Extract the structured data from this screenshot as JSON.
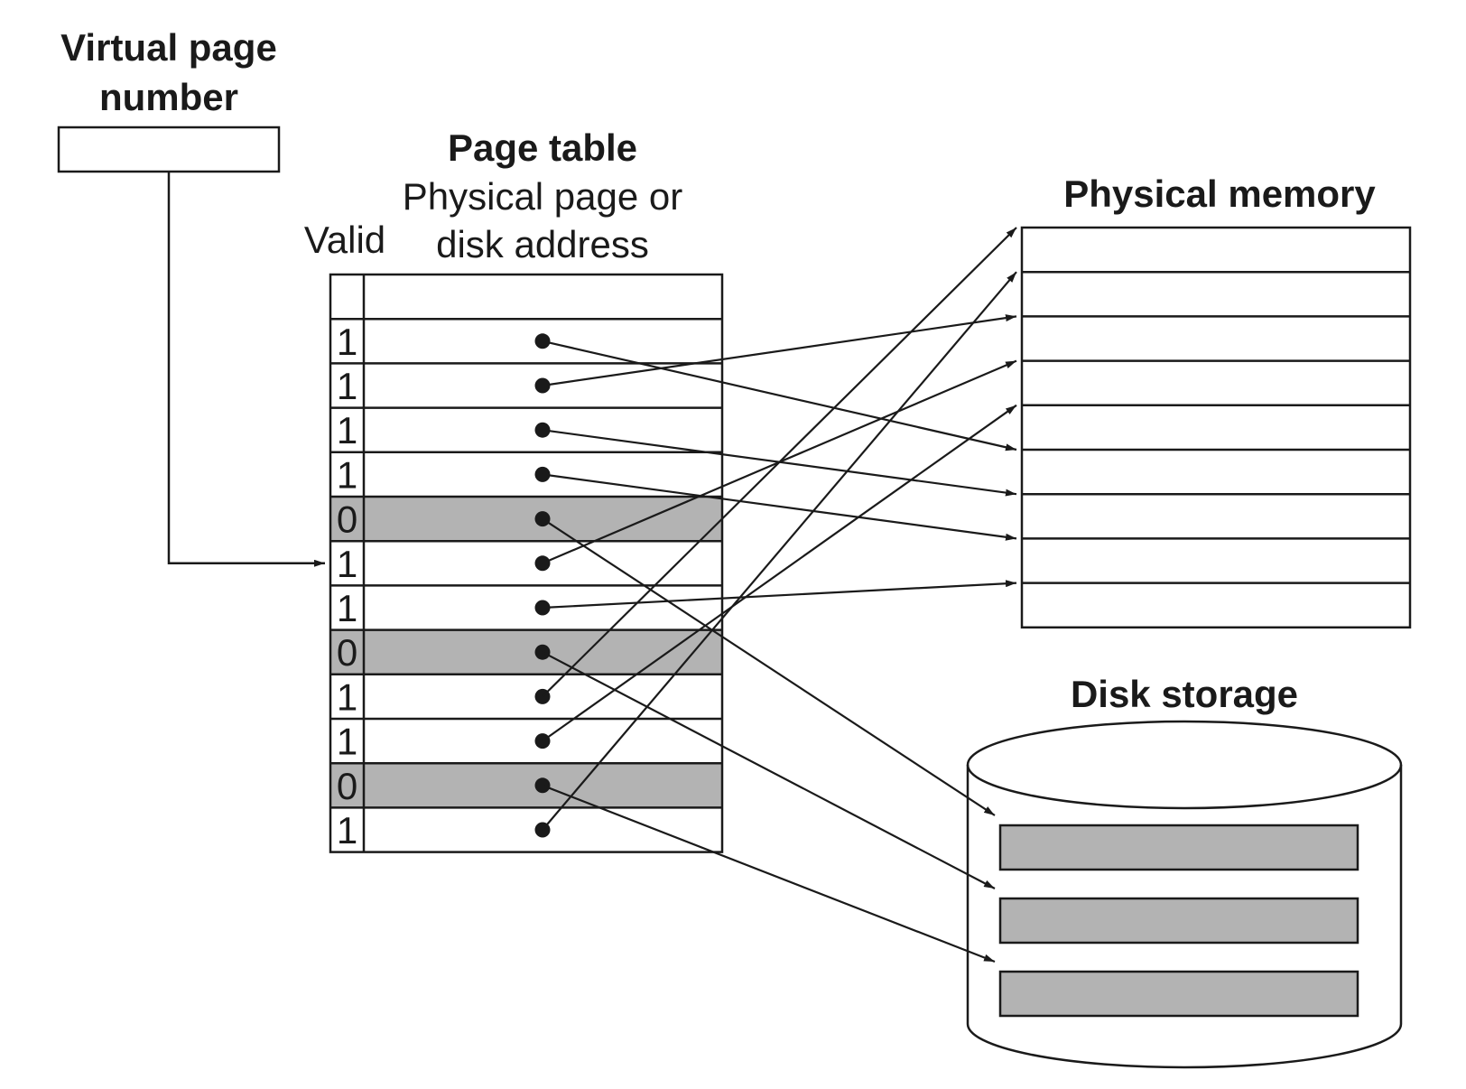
{
  "labels": {
    "virtual_page_number_line1": "Virtual page",
    "virtual_page_number_line2": "number",
    "page_table_title": "Page table",
    "entry_column_line1": "Physical page or",
    "entry_column_line2": "disk address",
    "valid_column": "Valid",
    "physical_memory": "Physical memory",
    "disk_storage": "Disk storage"
  },
  "colors": {
    "stroke": "#1a1a1a",
    "invalid_row_fill": "#b3b3b3",
    "disk_block_fill": "#b3b3b3",
    "background": "#ffffff"
  },
  "page_table": {
    "selected_entry_index": 5,
    "entries": [
      {
        "valid": "1",
        "target": "memory",
        "frame": 5
      },
      {
        "valid": "1",
        "target": "memory",
        "frame": 2
      },
      {
        "valid": "1",
        "target": "memory",
        "frame": 6
      },
      {
        "valid": "1",
        "target": "memory",
        "frame": 7
      },
      {
        "valid": "0",
        "target": "disk",
        "block": 0
      },
      {
        "valid": "1",
        "target": "memory",
        "frame": 3
      },
      {
        "valid": "1",
        "target": "memory",
        "frame": 8
      },
      {
        "valid": "0",
        "target": "disk",
        "block": 1
      },
      {
        "valid": "1",
        "target": "memory",
        "frame": 0
      },
      {
        "valid": "1",
        "target": "memory",
        "frame": 4
      },
      {
        "valid": "0",
        "target": "disk",
        "block": 2
      },
      {
        "valid": "1",
        "target": "memory",
        "frame": 1
      }
    ]
  },
  "physical_memory": {
    "frame_count": 9
  },
  "disk_storage": {
    "block_count": 3
  }
}
